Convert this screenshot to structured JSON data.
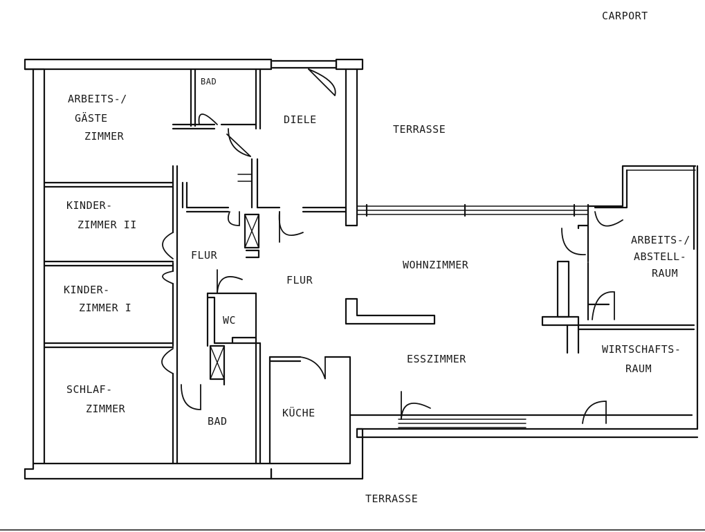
{
  "labels": {
    "carport": "CARPORT",
    "terrasse_north": "TERRASSE",
    "terrasse_south": "TERRASSE",
    "arbeits_gaeste_1": "ARBEITS-/",
    "arbeits_gaeste_2": "GÄSTE",
    "arbeits_gaeste_3": "ZIMMER",
    "bad_small": "BAD",
    "diele": "DIELE",
    "kinder2_1": "KINDER-",
    "kinder2_2": "ZIMMER II",
    "kinder1_1": "KINDER-",
    "kinder1_2": "ZIMMER I",
    "schlaf_1": "SCHLAF-",
    "schlaf_2": "ZIMMER",
    "flur_left": "FLUR",
    "flur_center": "FLUR",
    "wc": "WC",
    "bad_large": "BAD",
    "kueche": "KÜCHE",
    "wohnzimmer": "WOHNZIMMER",
    "esszimmer": "ESSZIMMER",
    "arbeits_abstell_1": "ARBEITS-/",
    "arbeits_abstell_2": "ABSTELL-",
    "arbeits_abstell_3": "RAUM",
    "wirtschafts_1": "WIRTSCHAFTS-",
    "wirtschafts_2": "RAUM"
  },
  "style": {
    "ink": "#111111",
    "paper": "#ffffff"
  }
}
